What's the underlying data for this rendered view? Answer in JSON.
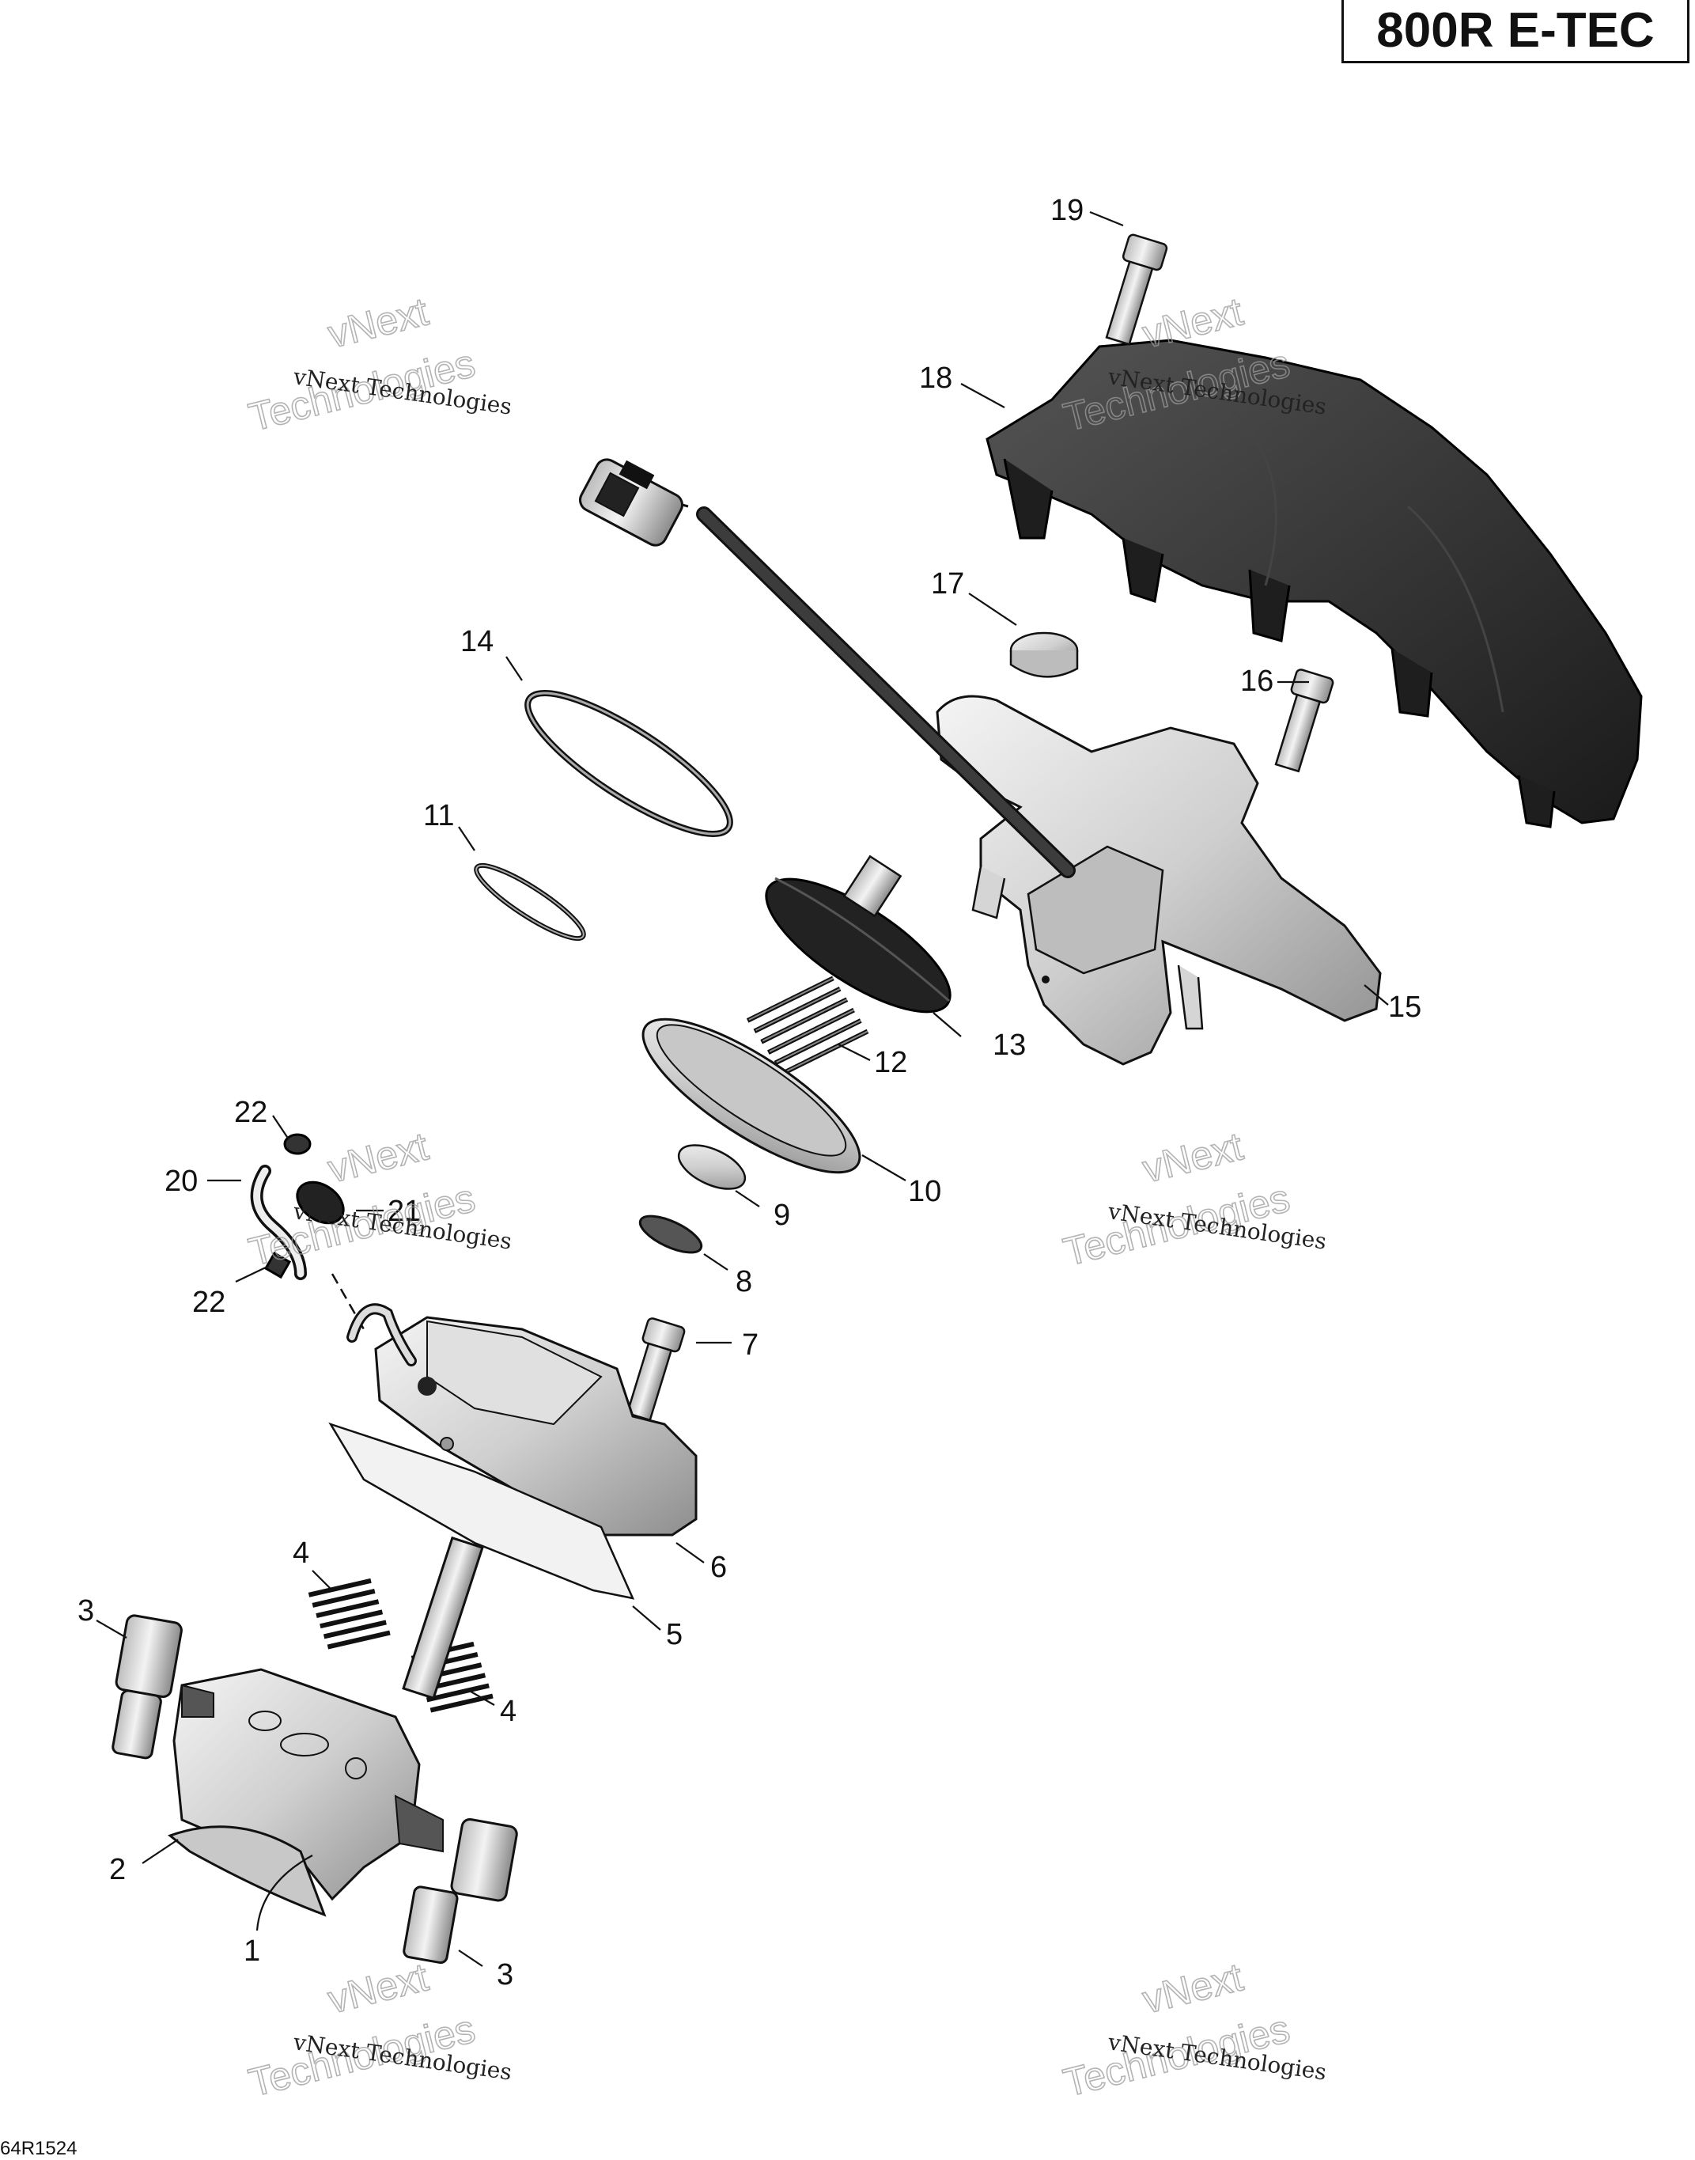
{
  "header": {
    "model_title": "800R E-TEC"
  },
  "drawing_code": "64R1524",
  "watermark": {
    "small_text": "vNext Technologies",
    "big_line1": "vNext",
    "big_line2": "Technologies"
  },
  "callouts": [
    {
      "id": "c1",
      "label": "1"
    },
    {
      "id": "c2",
      "label": "2"
    },
    {
      "id": "c3a",
      "label": "3"
    },
    {
      "id": "c3b",
      "label": "3"
    },
    {
      "id": "c4a",
      "label": "4"
    },
    {
      "id": "c4b",
      "label": "4"
    },
    {
      "id": "c5",
      "label": "5"
    },
    {
      "id": "c6",
      "label": "6"
    },
    {
      "id": "c7",
      "label": "7"
    },
    {
      "id": "c8",
      "label": "8"
    },
    {
      "id": "c9",
      "label": "9"
    },
    {
      "id": "c10",
      "label": "10"
    },
    {
      "id": "c11",
      "label": "11"
    },
    {
      "id": "c12",
      "label": "12"
    },
    {
      "id": "c13",
      "label": "13"
    },
    {
      "id": "c14",
      "label": "14"
    },
    {
      "id": "c15",
      "label": "15"
    },
    {
      "id": "c16",
      "label": "16"
    },
    {
      "id": "c17",
      "label": "17"
    },
    {
      "id": "c18",
      "label": "18"
    },
    {
      "id": "c19",
      "label": "19"
    },
    {
      "id": "c20",
      "label": "20"
    },
    {
      "id": "c21",
      "label": "21"
    },
    {
      "id": "c22a",
      "label": "22"
    },
    {
      "id": "c22b",
      "label": "22"
    }
  ],
  "colors": {
    "ink": "#111111",
    "part_light": "#d9d9d9",
    "part_dark": "#2a2a2a"
  }
}
